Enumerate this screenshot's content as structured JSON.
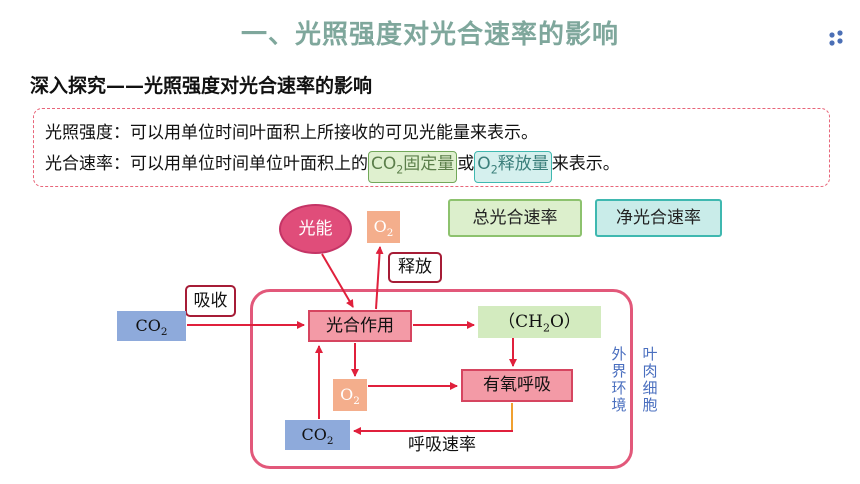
{
  "title": "一、光照强度对光合速率的影响",
  "subtitle": "深入探究——光照强度对光合速率的影响",
  "definitions": {
    "line1": "光照强度：可以用单位时间叶面积上所接收的可见光能量来表示。",
    "line2_prefix": "光合速率：可以用单位时间单位叶面积上的",
    "co2_fixed_pre": "CO",
    "co2_fixed_sub": "2",
    "co2_fixed_post": "固定量",
    "or": "或",
    "o2_release_pre": "O",
    "o2_release_sub": "2",
    "o2_release_post": "释放量",
    "line2_suffix": "来表示。"
  },
  "legend": {
    "gross": "总光合速率",
    "net": "净光合速率"
  },
  "diagram": {
    "light": "光能",
    "o2_top_pre": "O",
    "o2_top_sub": "2",
    "release": "释放",
    "absorb": "吸收",
    "co2_left_pre": "CO",
    "co2_left_sub": "2",
    "photosynthesis": "光合作用",
    "ch2o_pre": "（CH",
    "ch2o_sub": "2",
    "ch2o_post": "O）",
    "o2_mid_pre": "O",
    "o2_mid_sub": "2",
    "aerobic_respiration": "有氧呼吸",
    "co2_bottom_pre": "CO",
    "co2_bottom_sub": "2",
    "respiration_rate": "呼吸速率",
    "outer_env": "外界环境",
    "mesophyll_cell": "叶肉细胞"
  },
  "colors": {
    "title": "#7fa79c",
    "arrow": "#e0203c",
    "cell_frame": "#e2587a",
    "green_highlight": "#dff0cf",
    "cyan_highlight": "#d5f0ee"
  }
}
